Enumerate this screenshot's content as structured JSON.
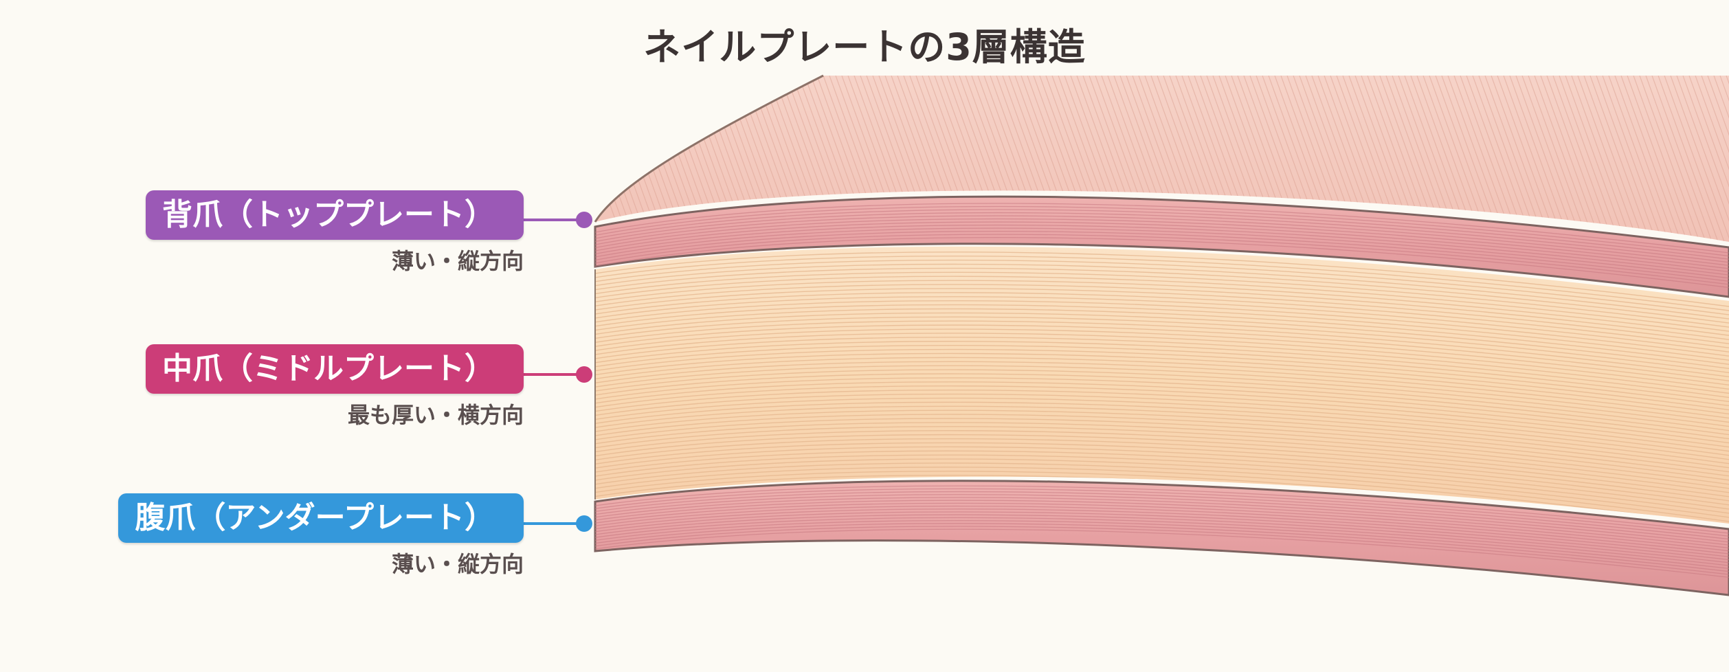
{
  "title": "ネイルプレートの3層構造",
  "layers": [
    {
      "label": "背爪（トッププレート）",
      "note": "薄い・縦方向",
      "color": "#9b59b6"
    },
    {
      "label": "中爪（ミドルプレート）",
      "note": "最も厚い・横方向",
      "color": "#cc3d78"
    },
    {
      "label": "腹爪（アンダープレート）",
      "note": "薄い・縦方向",
      "color": "#3498db"
    }
  ]
}
